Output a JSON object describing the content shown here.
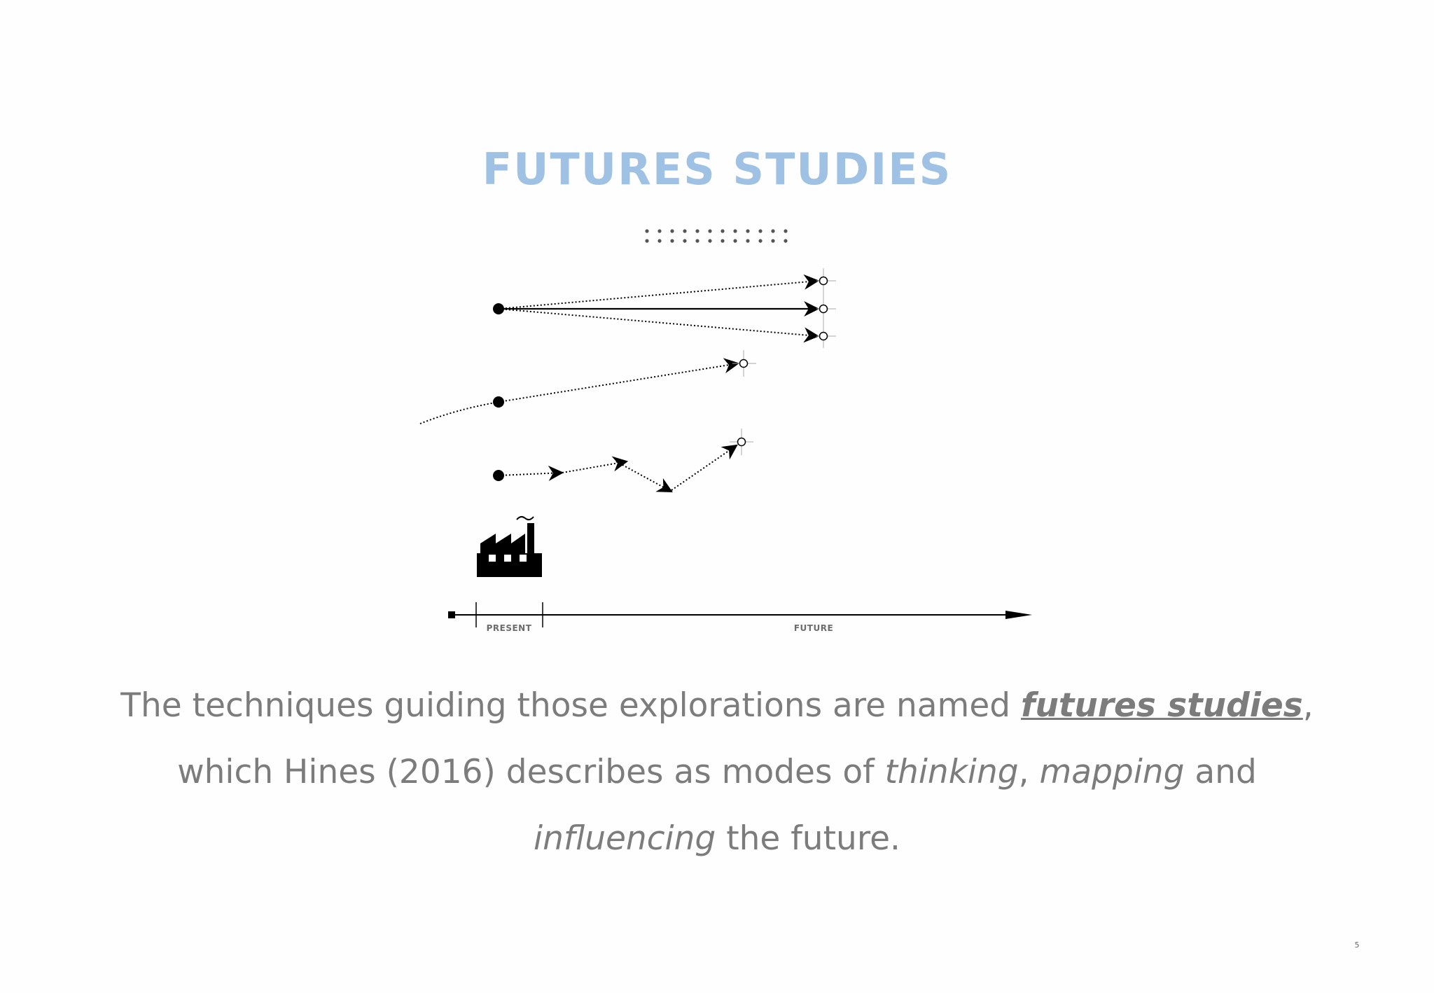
{
  "slide": {
    "title": "FUTURES STUDIES",
    "timeline": {
      "present_label": "PRESENT",
      "future_label": "FUTURE"
    },
    "icons": {
      "factory": "factory-icon",
      "dots": "dot-grid"
    },
    "body": {
      "t1": "The techniques guiding those explorations are named ",
      "keyword": "futures studies",
      "t2": ", which Hines (2016) describes as modes of ",
      "e1": "thinking",
      "t3": ", ",
      "e2": "mapping",
      "t4": " and ",
      "e3": "influencing",
      "t5": " the future."
    },
    "page_number": "5",
    "colors": {
      "title": "#9fc1e3",
      "body_text": "#7c7c7c",
      "background": "#fefefe"
    }
  }
}
